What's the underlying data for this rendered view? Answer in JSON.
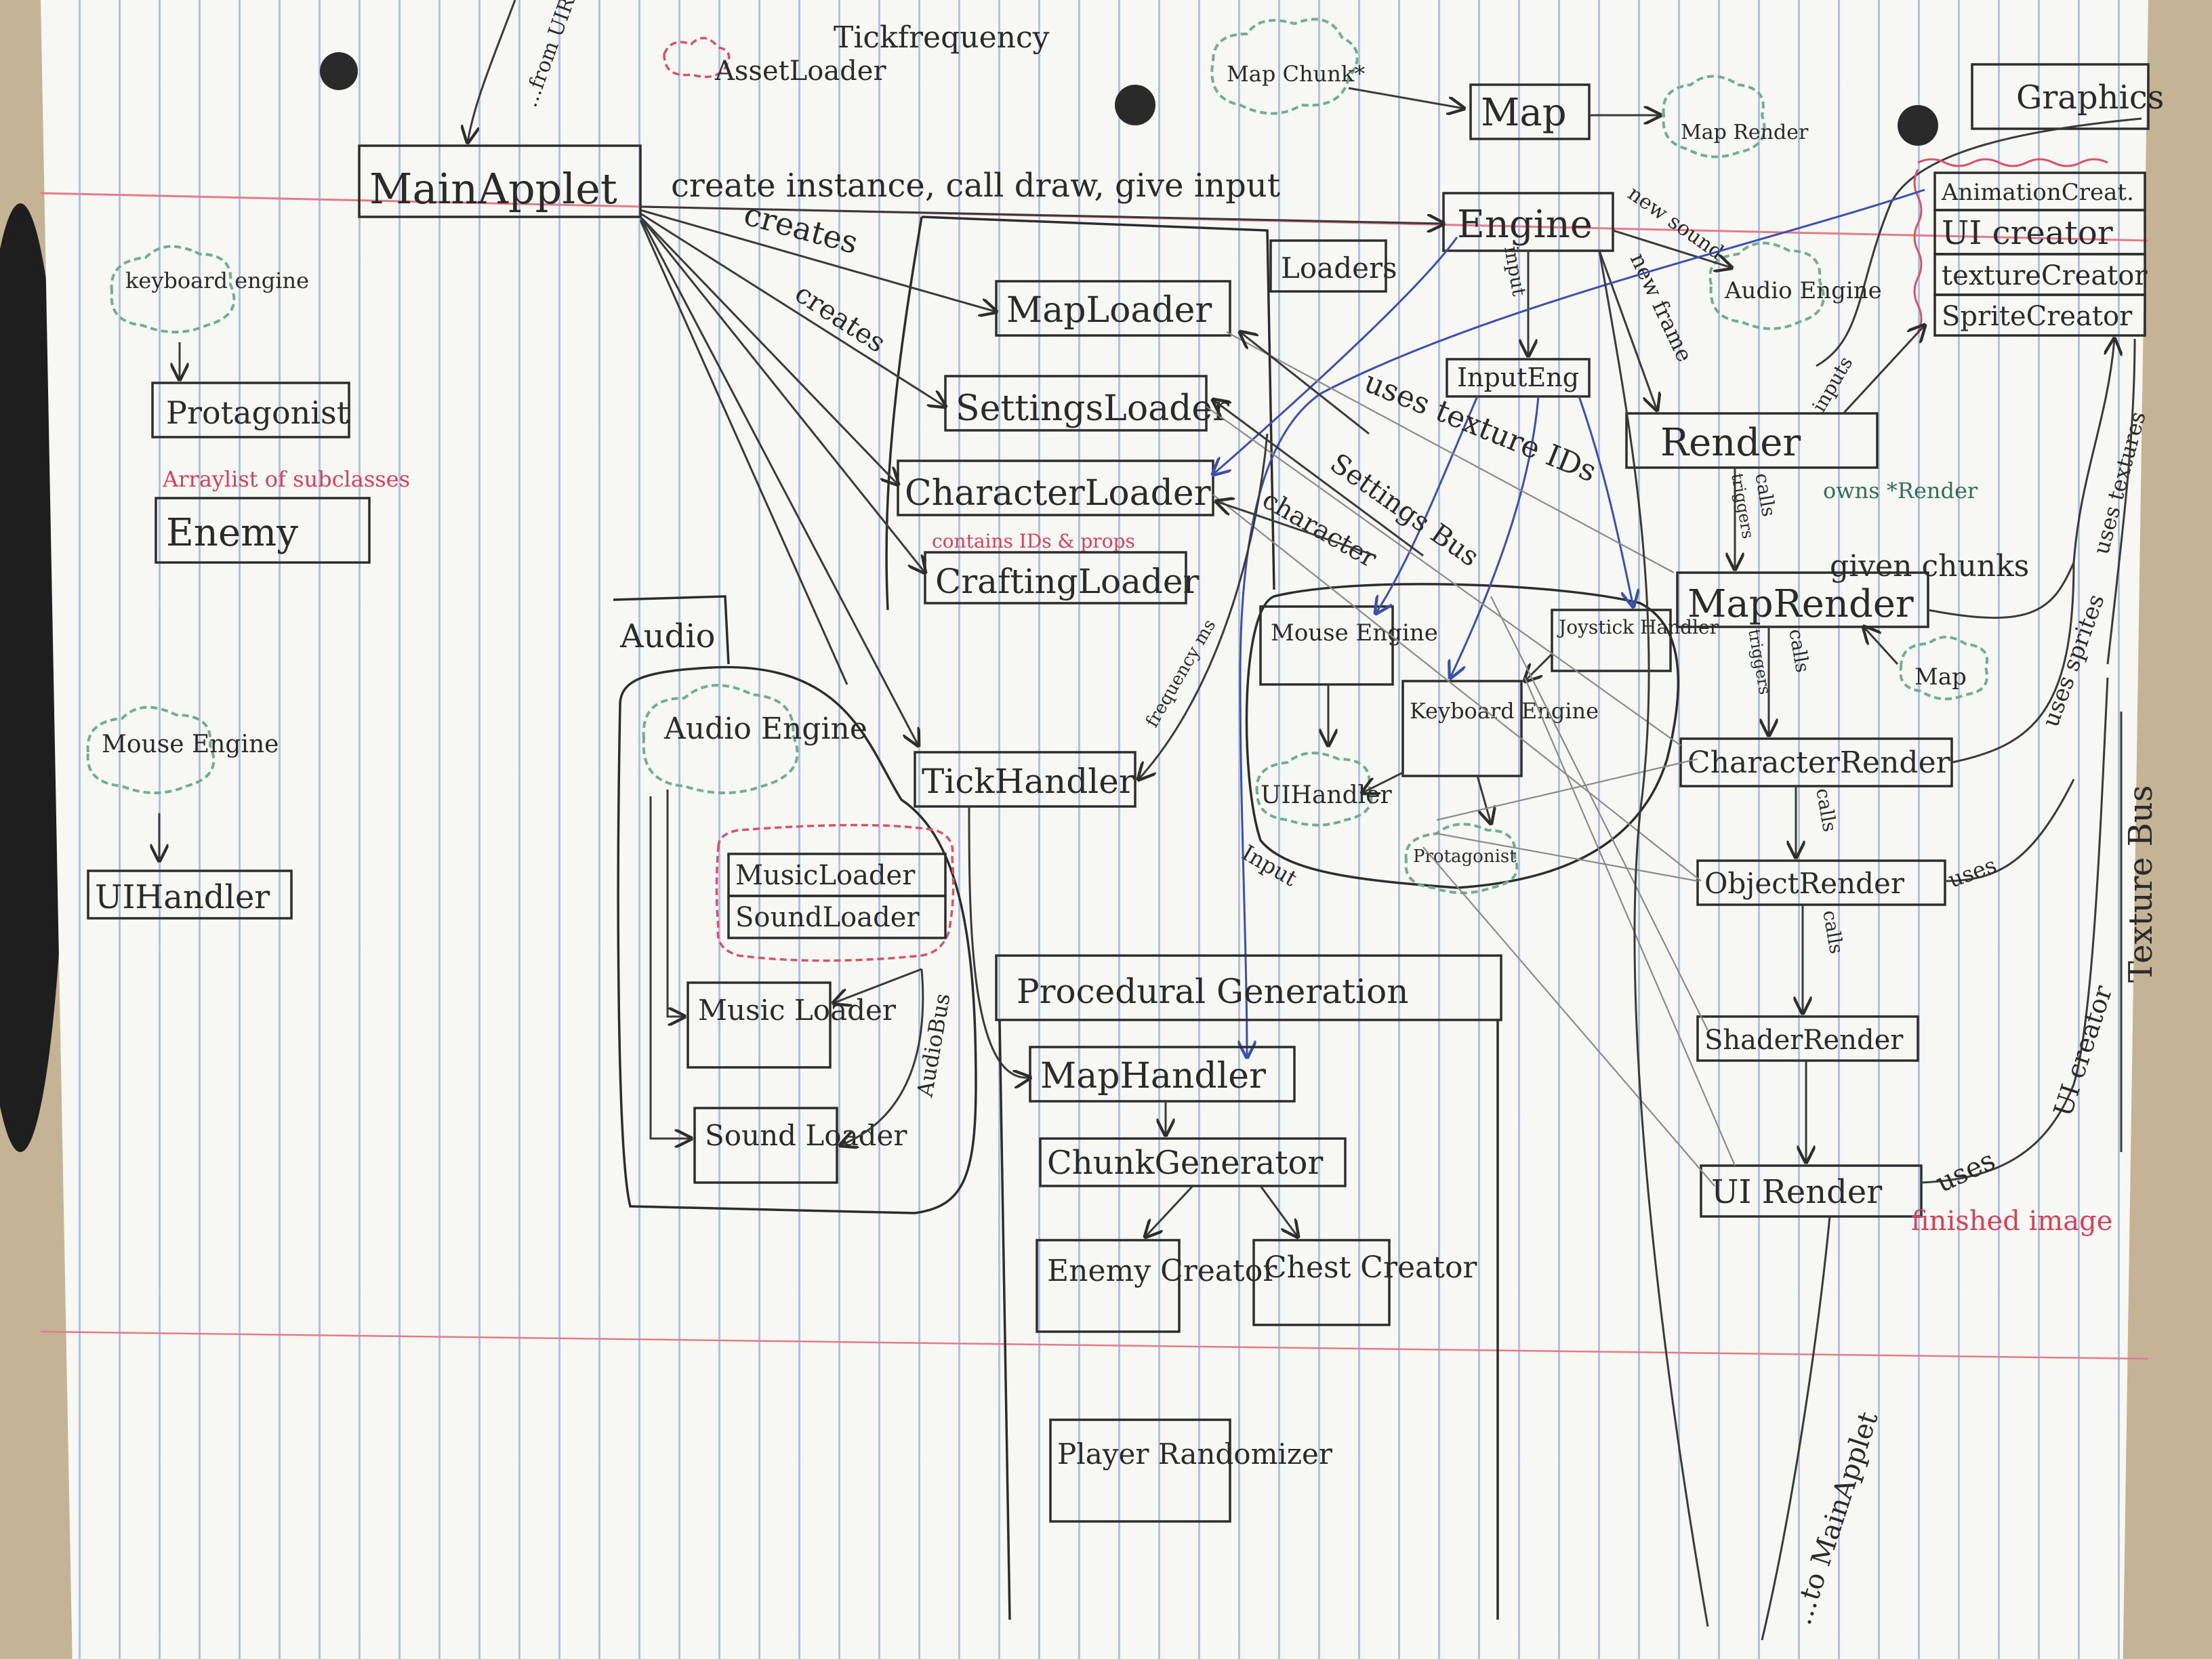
{
  "colors": {
    "paper": "#f7f7f3",
    "rule_line": "#7896d2",
    "margin_line": "#e57a8c",
    "ink": "#2d2d2d",
    "blue_ink": "#3a4fb0",
    "green_cloud": "#6fae92",
    "red_ink": "#d8405a",
    "background": "#bfae8e"
  },
  "annotations": {
    "tick_frequency": "Tickfrequency",
    "asset_loader": "AssetLoader",
    "from_ui_render": "...from UIRender",
    "create_instance": "create instance, call draw, give input",
    "creates_1": "creates",
    "creates_2": "creates",
    "arraylist": "Arraylist of subclasses",
    "contains_ids": "contains IDs & props",
    "uses_texture_ids": "uses texture IDs",
    "settings_bus": "Settings Bus",
    "character": "character",
    "new_frame": "new frame",
    "new_sound": "new sound",
    "input": "input",
    "inputs": "inputs",
    "owns_render": "owns *Render",
    "calls_1": "calls",
    "calls_2": "calls",
    "calls_3": "calls",
    "calls_4": "calls",
    "triggers_1": "triggers",
    "triggers_2": "triggers",
    "given_chunks": "given chunks",
    "uses_sprites": "uses sprites",
    "uses_1": "uses",
    "uses_2": "uses",
    "uses_textures": "uses textures",
    "ui_creator": "UI creator",
    "texture_bus": "Texture Bus",
    "finished_image": "finished image",
    "to_mainapplet": "...to MainApplet",
    "audiobus": "AudioBus",
    "input_lower": "Input",
    "frequency_ms": "frequency ms"
  },
  "nodes": {
    "mainapplet": "MainApplet",
    "engine": "Engine",
    "map": "Map",
    "map_render_cloud": "Map Render",
    "map_chunk": "Map Chunk*",
    "audio_engine_top": "Audio Engine",
    "graphics": "Graphics",
    "animation_creator": "AnimationCreat.",
    "ui_creator": "UI creator",
    "texture_creator": "textureCreator",
    "sprite_creator": "SpriteCreator",
    "loaders": "Loaders",
    "maploader": "MapLoader",
    "settingsloader": "SettingsLoader",
    "characterloader": "CharacterLoader",
    "craftingloader": "CraftingLoader",
    "keyboard_engine_left": "keyboard engine",
    "protagonist_left": "Protagonist",
    "enemy": "Enemy",
    "mouse_engine_left": "Mouse Engine",
    "uihandler_left": "UIHandler",
    "input_eng": "InputEng",
    "render": "Render",
    "maprender": "MapRender",
    "map_cloud": "Map",
    "character_render": "CharacterRender",
    "object_render": "ObjectRender",
    "shader_render": "ShaderRender",
    "ui_render": "UI Render",
    "mouse_engine_mid": "Mouse Engine",
    "joystick_handler": "Joystick Handler",
    "keyboard_engine_mid": "Keyboard Engine",
    "uihandler_mid": "UIHandler",
    "protagonist_mid": "Protagonist",
    "audio": "Audio",
    "audio_engine_left": "Audio Engine",
    "musicloader_red": "MusicLoader",
    "soundloader_red": "SoundLoader",
    "music_loader": "Music Loader",
    "sound_loader": "Sound Loader",
    "tickhandler": "TickHandler",
    "procedural_generation": "Procedural Generation",
    "maphandler": "MapHandler",
    "chunk_generator": "ChunkGenerator",
    "enemy_creator": "Enemy Creator",
    "chest_creator": "Chest Creator",
    "player_randomizer": "Player Randomizer"
  }
}
